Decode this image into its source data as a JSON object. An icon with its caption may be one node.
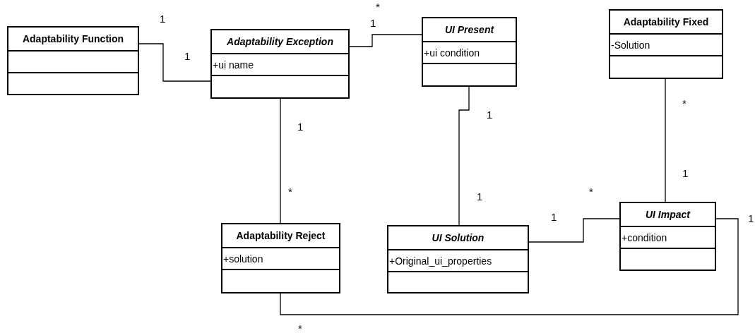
{
  "diagram": {
    "nodes": [
      {
        "text": [
          "Adaptability Function"
        ]
      },
      {
        "text": [
          "Adaptability Exception",
          "+ui name"
        ]
      },
      {
        "text": [
          "UI Present",
          "+ui condition"
        ]
      },
      {
        "text": [
          "Adaptability Fixed",
          "-Solution"
        ]
      },
      {
        "text": [
          "Adaptability Reject",
          "+solution"
        ]
      },
      {
        "text": [
          "UI Solution",
          "+Original_ui_properties"
        ]
      },
      {
        "text": [
          "UI Impact",
          "+condition"
        ]
      }
    ],
    "edges": [
      {
        "from": 0,
        "to": 1,
        "arrow": "none"
      },
      {
        "from": 1,
        "to": 2,
        "arrow": "none"
      },
      {
        "from": 1,
        "to": 4,
        "arrow": "none"
      },
      {
        "from": 2,
        "to": 5,
        "arrow": "none"
      },
      {
        "from": 3,
        "to": 6,
        "arrow": "none"
      },
      {
        "from": 5,
        "to": 6,
        "arrow": "none"
      },
      {
        "from": 4,
        "to": 6,
        "arrow": "none"
      }
    ],
    "labels": [
      "*",
      "1",
      "1",
      "1",
      "*",
      "1",
      "1",
      "1",
      "*",
      "*",
      "1",
      "1",
      "1",
      "*"
    ]
  }
}
